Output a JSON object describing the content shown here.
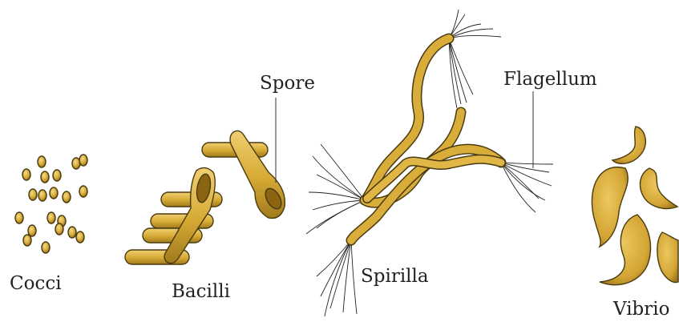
{
  "labels": {
    "cocci": "Cocci",
    "bacilli": "Bacilli",
    "spore": "Spore",
    "spirilla": "Spirilla",
    "flagellum": "Flagellum",
    "vibrio": "Vibrio"
  },
  "colors": {
    "cell_fill": "#d8ad3a",
    "cell_light": "#efcf70",
    "cell_dark": "#7a5a12",
    "outline": "#4a3a10"
  }
}
